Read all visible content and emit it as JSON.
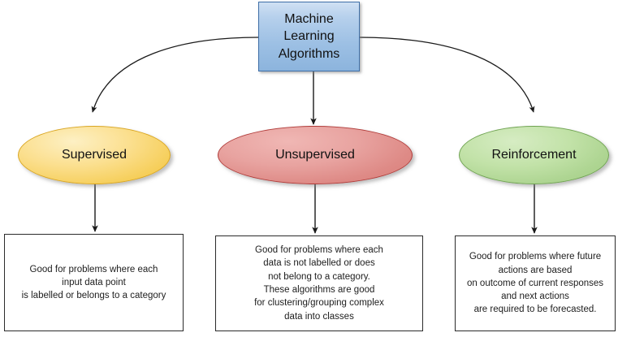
{
  "diagram": {
    "title": "Machine Learning Algorithms",
    "root": {
      "label": "Machine\nLearning\nAlgorithms",
      "fill_color": "#9dc0e4",
      "border_color": "#3f6fa8"
    },
    "branches": [
      {
        "name": "supervised",
        "label": "Supervised",
        "fill_color": "#f6cf5c",
        "border_color": "#d9a520",
        "description": "Good for problems where each\ninput data point\nis labelled or belongs to a category"
      },
      {
        "name": "unsupervised",
        "label": "Unsupervised",
        "fill_color": "#de8a86",
        "border_color": "#b03b39",
        "description": "Good for problems where each\ndata is not labelled or does\nnot belong to a category.\nThese algorithms are good\nfor clustering/grouping complex\ndata into classes"
      },
      {
        "name": "reinforcement",
        "label": "Reinforcement",
        "fill_color": "#aed592",
        "border_color": "#6fa351",
        "description": "Good for problems where future\nactions are based\non outcome of current responses\nand next actions\nare required to be forecasted."
      }
    ],
    "connector_color": "#1a1a1a",
    "background_color": "#ffffff"
  }
}
